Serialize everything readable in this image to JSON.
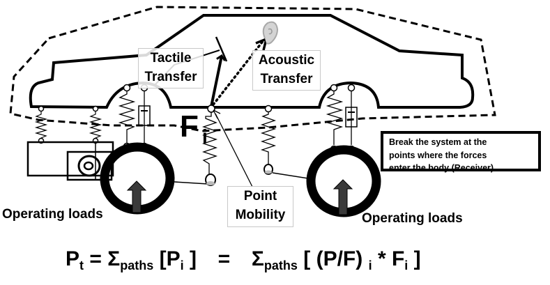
{
  "diagram": {
    "title": "Transfer Path Analysis - Vehicle",
    "labels": {
      "tactile_transfer": [
        "Tactile",
        "Transfer"
      ],
      "acoustic_transfer": [
        "Acoustic",
        "Transfer"
      ],
      "point_mobility": [
        "Point",
        "Mobility"
      ],
      "operating_loads_left": "Operating loads",
      "operating_loads_right": "Operating loads",
      "force_symbol": "F",
      "force_subscript": "i"
    },
    "note": {
      "lines": [
        "Break the system at the",
        "points where the forces",
        "enter the body (Receiver)"
      ]
    },
    "formula": {
      "lhs": "P",
      "lhs_sub": "t",
      "eq1": "=",
      "sigma1": "Σ",
      "sigma1_sub": "paths",
      "term1_open": "[P",
      "term1_sub": "i",
      "term1_close": "]",
      "eq2": "=",
      "sigma2": "Σ",
      "sigma2_sub": "paths",
      "term2_open": "[ (P/F)",
      "term2_sub": "i",
      "term2_mult": "*",
      "term2_F": "F",
      "term2_F_sub": "i",
      "term2_close": "]"
    },
    "icons": {
      "receiver": "ear-icon",
      "load": "up-arrow-icon"
    },
    "colors": {
      "line": "#000000",
      "label_border": "#c8c8c8",
      "arrow_fill": "#3a3a3a",
      "ear": "#b8b8b8"
    }
  }
}
